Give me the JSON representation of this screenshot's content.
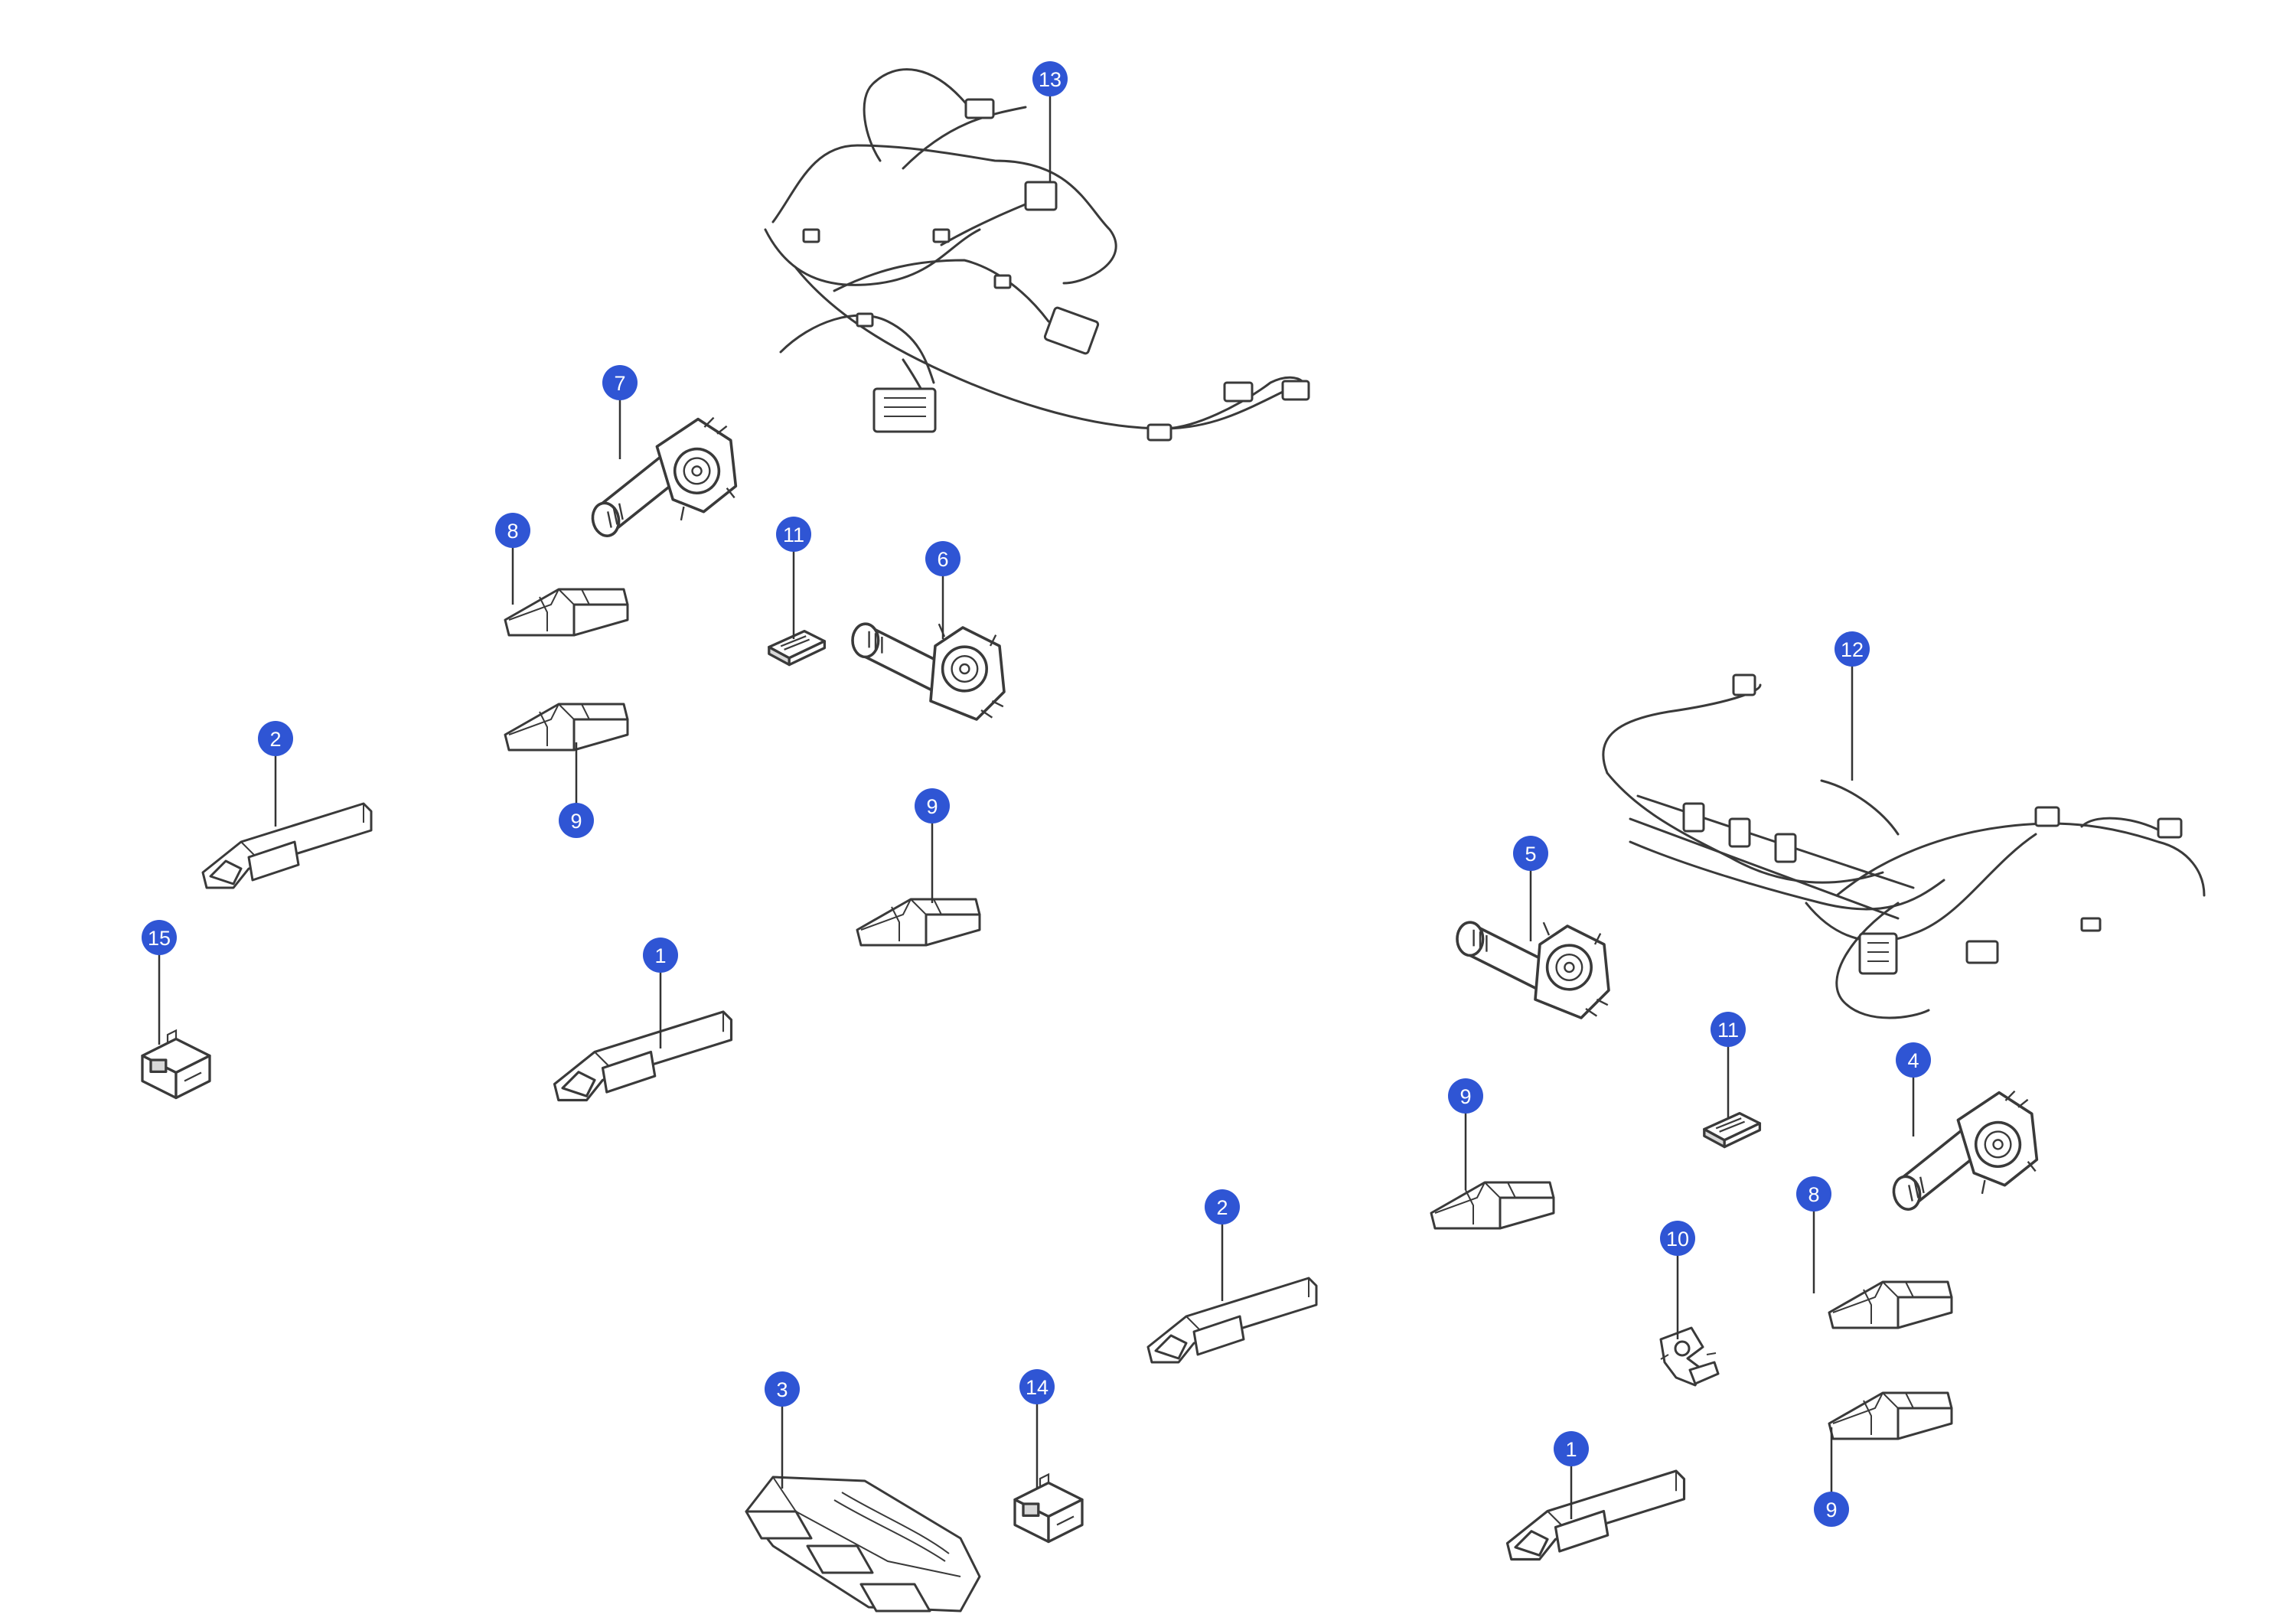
{
  "diagram": {
    "badge_color": "#2f55d4",
    "parts": [
      {
        "id": "harness-top",
        "label": "13",
        "icon": "wiring-harness"
      },
      {
        "id": "motor-7",
        "label": "7",
        "icon": "motor"
      },
      {
        "id": "cover-8-left",
        "label": "8",
        "icon": "cover-bracket"
      },
      {
        "id": "clip-11-left",
        "label": "11",
        "icon": "clip"
      },
      {
        "id": "motor-6",
        "label": "6",
        "icon": "motor"
      },
      {
        "id": "cover-9-left-a",
        "label": "9",
        "icon": "cover-bracket"
      },
      {
        "id": "cover-9-left-b",
        "label": "9",
        "icon": "cover-bracket"
      },
      {
        "id": "trim-2-left",
        "label": "2",
        "icon": "side-trim"
      },
      {
        "id": "switch-15",
        "label": "15",
        "icon": "switch-housing"
      },
      {
        "id": "trim-1-left",
        "label": "1",
        "icon": "side-trim"
      },
      {
        "id": "harness-right",
        "label": "12",
        "icon": "wiring-harness"
      },
      {
        "id": "motor-5",
        "label": "5",
        "icon": "motor"
      },
      {
        "id": "clip-11-right",
        "label": "11",
        "icon": "clip"
      },
      {
        "id": "motor-4",
        "label": "4",
        "icon": "motor"
      },
      {
        "id": "cover-9-right-a",
        "label": "9",
        "icon": "cover-bracket"
      },
      {
        "id": "trim-2-right",
        "label": "2",
        "icon": "side-trim"
      },
      {
        "id": "cover-8-right",
        "label": "8",
        "icon": "cover-bracket"
      },
      {
        "id": "sensor-10",
        "label": "10",
        "icon": "sensor"
      },
      {
        "id": "cushion-3",
        "label": "3",
        "icon": "cushion-pad"
      },
      {
        "id": "switch-14",
        "label": "14",
        "icon": "switch-housing"
      },
      {
        "id": "trim-1-right",
        "label": "1",
        "icon": "side-trim"
      },
      {
        "id": "cover-9-right-b",
        "label": "9",
        "icon": "cover-bracket"
      }
    ]
  }
}
